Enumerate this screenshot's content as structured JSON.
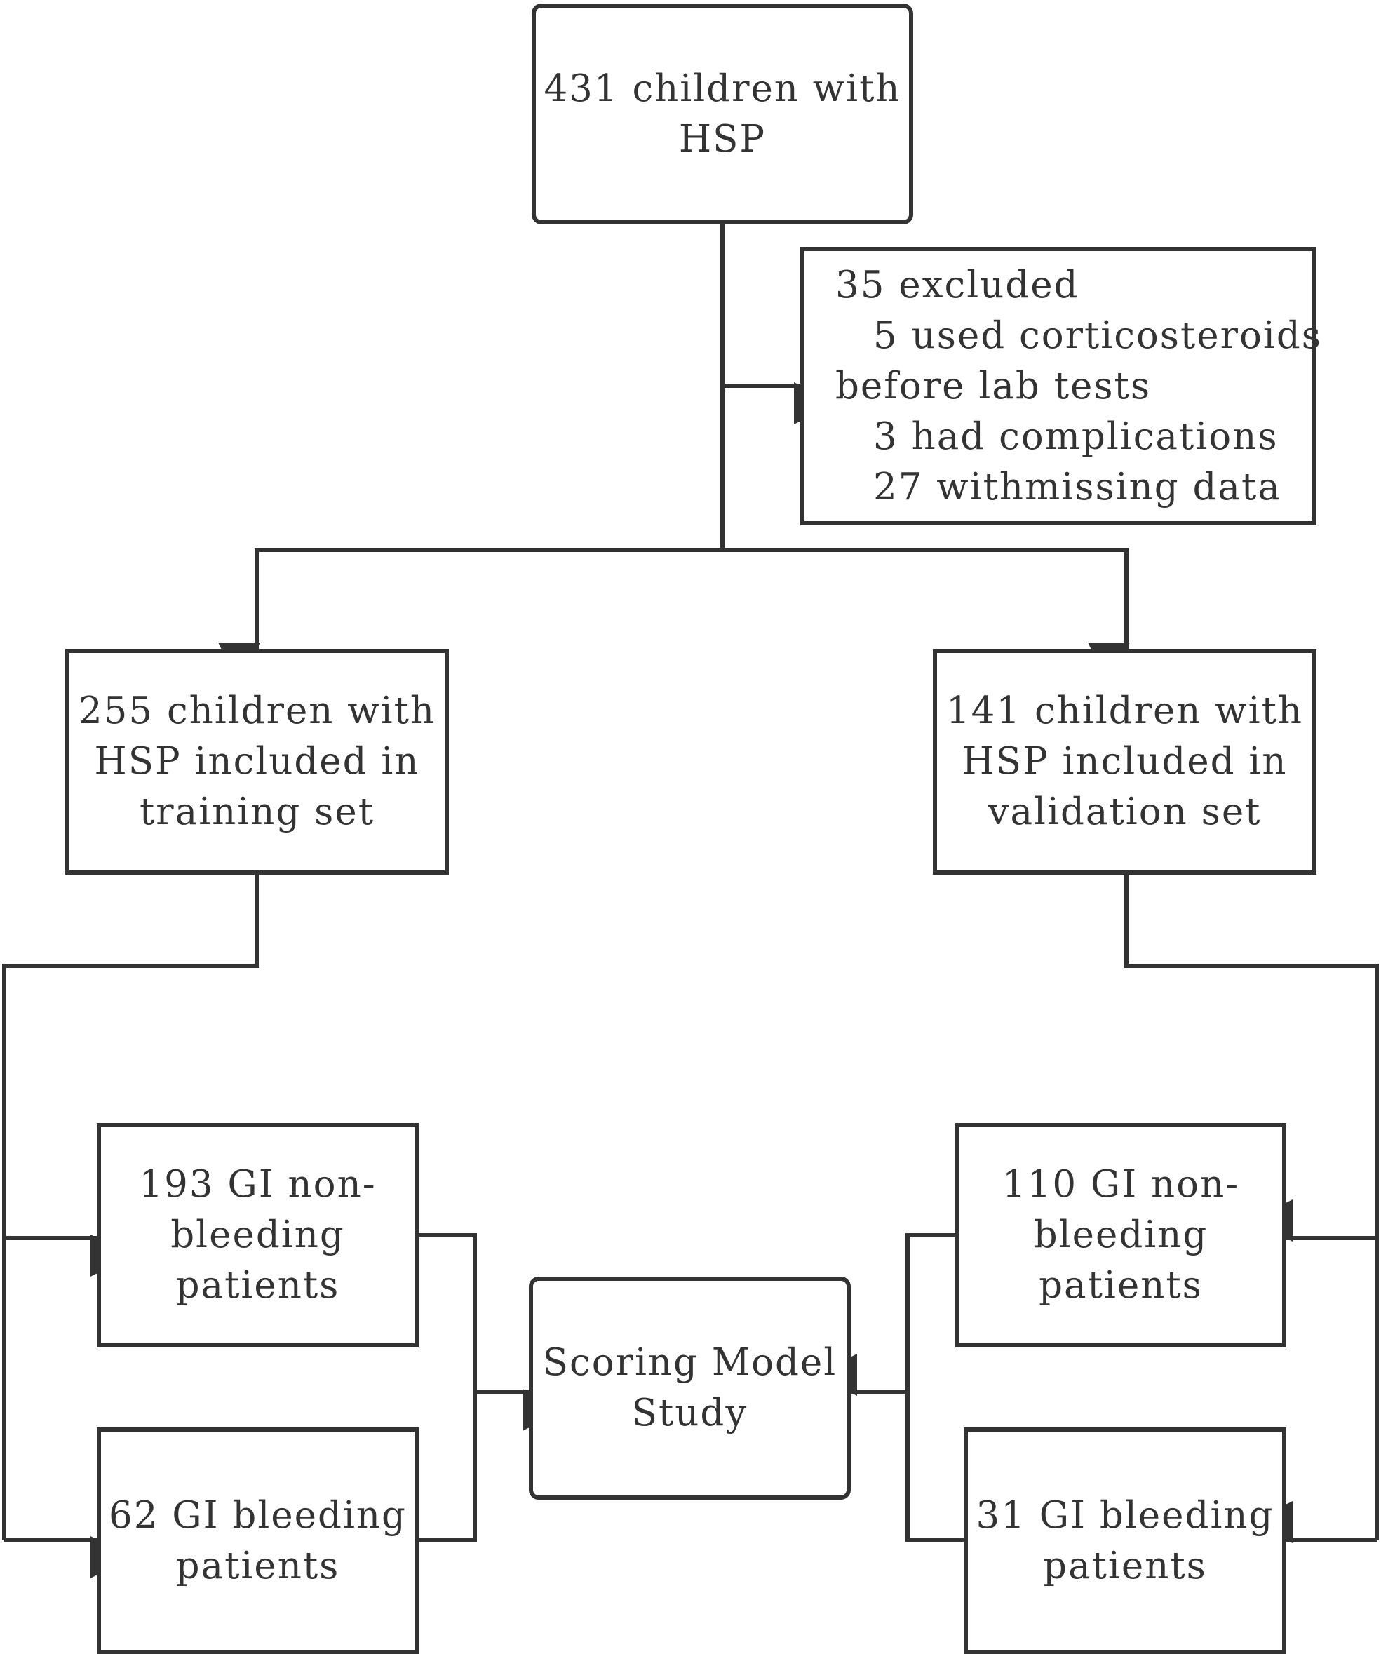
{
  "colors": {
    "stroke": "#333333",
    "background": "#ffffff"
  },
  "nodes": {
    "start": [
      "431 children with",
      "HSP"
    ],
    "excluded": [
      "35 excluded",
      "5 used corticosteroids",
      "before lab tests",
      "3 had complications",
      "27 withmissing data"
    ],
    "training": [
      "255 children with",
      "HSP included in",
      "training set"
    ],
    "validation": [
      "141 children with",
      "HSP included in",
      "validation set"
    ],
    "train_nonbleed": [
      "193 GI non-",
      "bleeding",
      "patients"
    ],
    "train_bleed": [
      "62 GI bleeding",
      "patients"
    ],
    "scoring": [
      "Scoring Model",
      "Study"
    ],
    "val_nonbleed": [
      "110 GI non-",
      "bleeding",
      "patients"
    ],
    "val_bleed": [
      "31 GI bleeding",
      "patients"
    ]
  },
  "edges": [
    {
      "from": "start",
      "to": "excluded"
    },
    {
      "from": "start",
      "to": "training"
    },
    {
      "from": "start",
      "to": "validation"
    },
    {
      "from": "training",
      "to": "train_nonbleed"
    },
    {
      "from": "training",
      "to": "train_bleed"
    },
    {
      "from": "validation",
      "to": "val_nonbleed"
    },
    {
      "from": "validation",
      "to": "val_bleed"
    },
    {
      "from": "train_nonbleed",
      "to": "scoring"
    },
    {
      "from": "train_bleed",
      "to": "scoring"
    },
    {
      "from": "val_nonbleed",
      "to": "scoring"
    },
    {
      "from": "val_bleed",
      "to": "scoring"
    }
  ]
}
